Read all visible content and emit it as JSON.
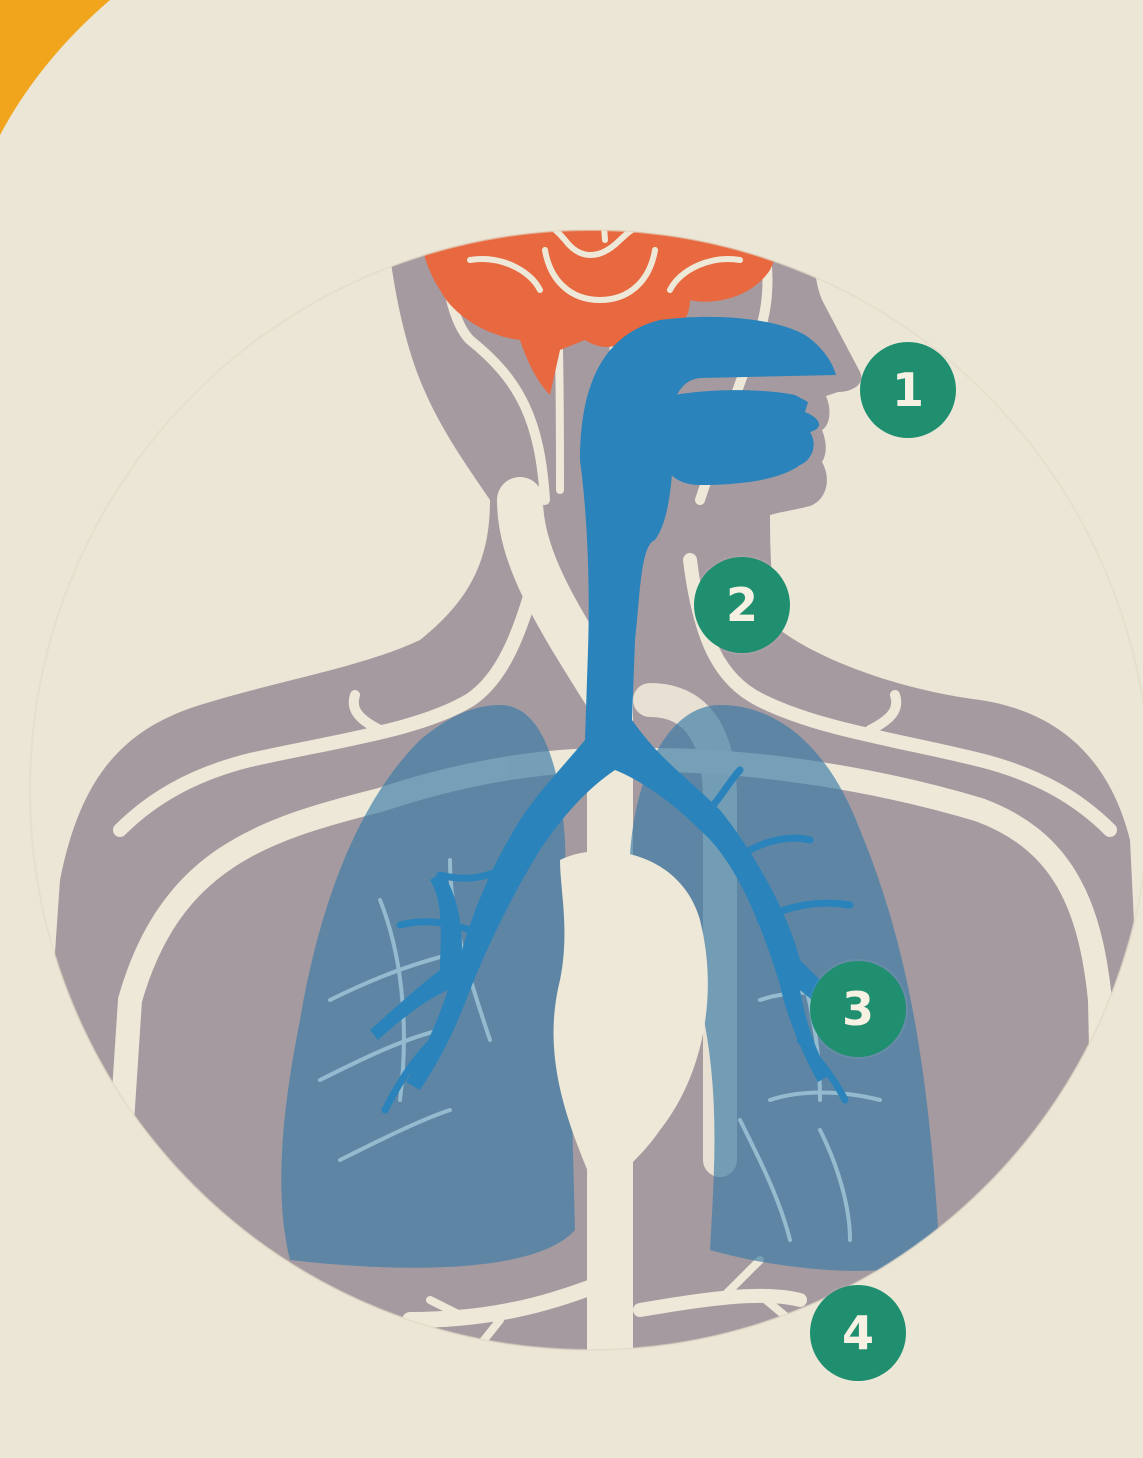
{
  "colors": {
    "paper": "#ece6d6",
    "accent_yellow": "#f0a51c",
    "body_silhouette": "#a59aa0",
    "vessels": "#eee8d8",
    "brain": "#e8683f",
    "airway": "#2a83ba",
    "lungs": "#3d7ea6",
    "marker_bg": "#1f8f6f",
    "marker_text": "#f6f1e3"
  },
  "icons": {
    "brain": "brain-icon",
    "airway": "airway-icon",
    "lungs": "lungs-icon",
    "heart": "heart-icon",
    "vessels": "blood-vessels-icon"
  },
  "markers": [
    {
      "id": "1",
      "label": "1"
    },
    {
      "id": "2",
      "label": "2"
    },
    {
      "id": "3",
      "label": "3"
    },
    {
      "id": "4",
      "label": "4"
    }
  ]
}
